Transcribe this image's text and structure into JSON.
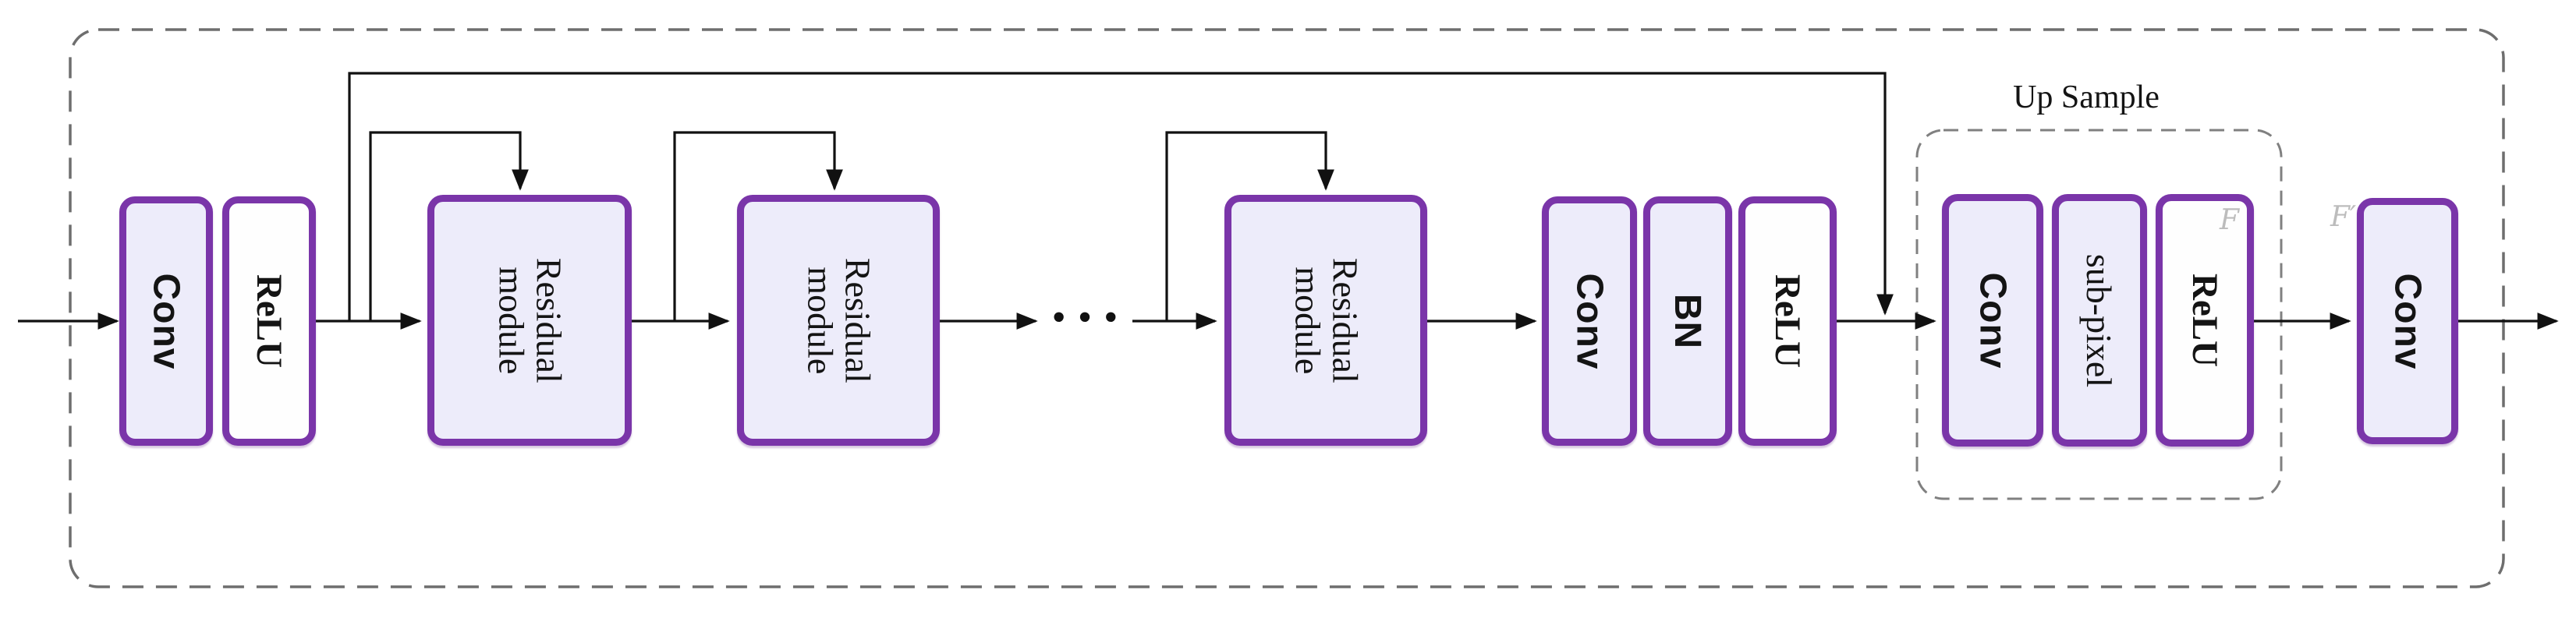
{
  "figure": {
    "type": "neural-network-architecture-diagram",
    "blocks": {
      "conv_in": "Conv",
      "relu_in": "ReLU",
      "res1": "Residual module",
      "res2": "Residual module",
      "res3": "Residual module",
      "conv_mid": "Conv",
      "bn": "BN",
      "relu_mid": "ReLU",
      "up_conv": "Conv",
      "subpixel": "sub-pixel",
      "up_relu": "ReLU",
      "conv_out": "Conv"
    },
    "labels": {
      "up_sample": "Up Sample",
      "dots": "···",
      "ghost_relu": "F",
      "ghost_out": "F′"
    },
    "colors": {
      "box_border": "#7a35a9",
      "box_fill_lavender": "#edecfa",
      "box_fill_white": "#fefefe",
      "wire": "#111111",
      "outer_dash": "#6e6e6e",
      "upsample_dash": "#808080"
    }
  }
}
